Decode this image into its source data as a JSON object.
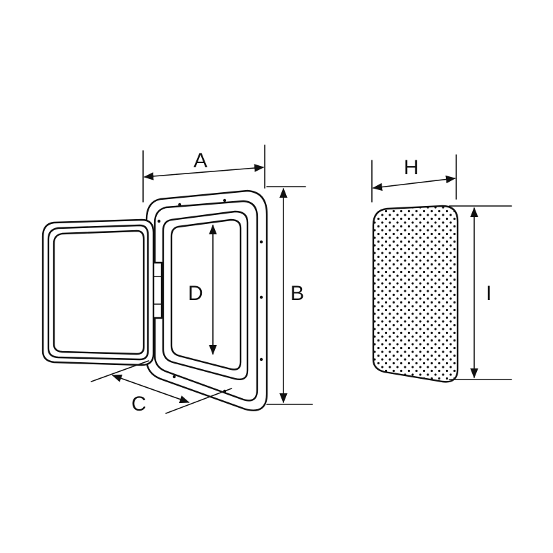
{
  "labels": {
    "a": "A",
    "b": "B",
    "c": "C",
    "d": "D",
    "h": "H",
    "i": "I"
  },
  "colors": {
    "line": "#111111",
    "background": "#ffffff"
  }
}
